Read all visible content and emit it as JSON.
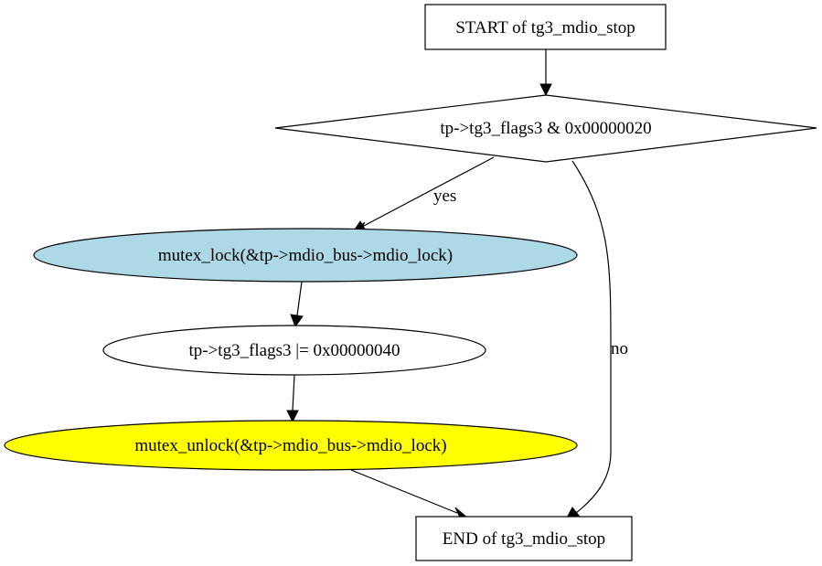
{
  "nodes": {
    "start": {
      "label": "START of tg3_mdio_stop",
      "shape": "box",
      "fill": "#ffffff"
    },
    "decision": {
      "label": "tp->tg3_flags3 & 0x00000020",
      "shape": "diamond",
      "fill": "#ffffff"
    },
    "lock": {
      "label": "mutex_lock(&tp->mdio_bus->mdio_lock)",
      "shape": "ellipse",
      "fill": "#add8e6"
    },
    "set_flag": {
      "label": "tp->tg3_flags3 |= 0x00000040",
      "shape": "ellipse",
      "fill": "#ffffff"
    },
    "unlock": {
      "label": "mutex_unlock(&tp->mdio_bus->mdio_lock)",
      "shape": "ellipse",
      "fill": "#ffff00"
    },
    "end": {
      "label": "END of tg3_mdio_stop",
      "shape": "box",
      "fill": "#ffffff"
    }
  },
  "edges": {
    "yes": {
      "from": "decision",
      "to": "lock",
      "label": "yes"
    },
    "no": {
      "from": "decision",
      "to": "end",
      "label": "no"
    }
  }
}
